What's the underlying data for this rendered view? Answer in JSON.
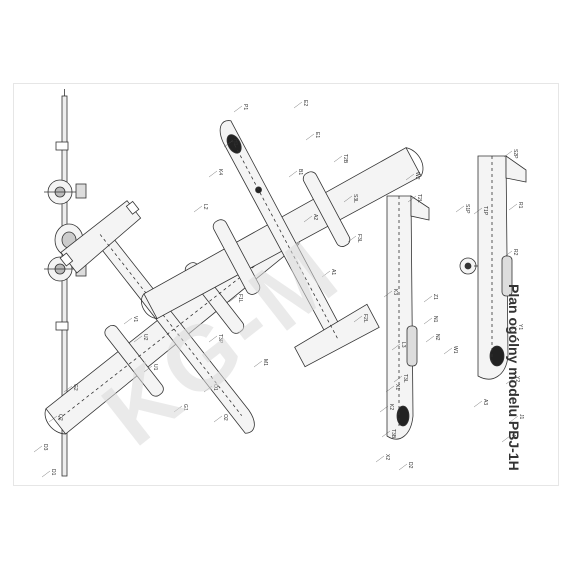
{
  "sheet": {
    "title": "Plan ogólny modelu PBJ-1H",
    "watermark": "KG-M",
    "line_color": "#333333",
    "fill_color": "#f4f4f4"
  },
  "callouts": [
    "K3",
    "L3",
    "T3L",
    "X1",
    "K2",
    "T3B",
    "X2",
    "D2",
    "Z1",
    "N1",
    "N2",
    "W1",
    "W2",
    "T2L",
    "T1P",
    "S1P",
    "S2P",
    "R1",
    "R2",
    "Y1",
    "Y2",
    "J1",
    "J2",
    "A3",
    "A2",
    "A1",
    "B1",
    "E1",
    "E2",
    "P1",
    "H1",
    "K4",
    "L2",
    "T2B",
    "S3L",
    "F3L",
    "F2L",
    "F1L",
    "T3P",
    "M1",
    "O1",
    "O2",
    "U1",
    "U2",
    "V1",
    "G1",
    "G2",
    "Q2",
    "D3",
    "D1"
  ]
}
